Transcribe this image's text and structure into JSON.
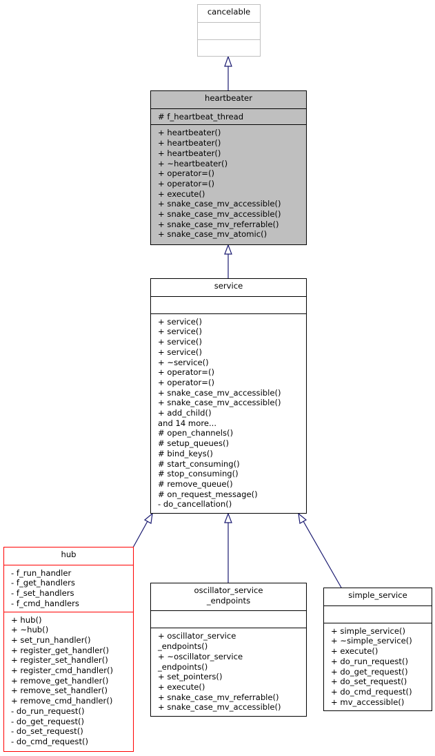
{
  "classes": {
    "cancelable": {
      "title": "cancelable",
      "attributes": [],
      "methods": []
    },
    "heartbeater": {
      "title": "heartbeater",
      "attributes": [
        "# f_heartbeat_thread"
      ],
      "methods": [
        "+ heartbeater()",
        "+ heartbeater()",
        "+ heartbeater()",
        "+ ~heartbeater()",
        "+ operator=()",
        "+ operator=()",
        "+ execute()",
        "+ snake_case_mv_accessible()",
        "+ snake_case_mv_accessible()",
        "+ snake_case_mv_referrable()",
        "+ snake_case_mv_atomic()"
      ]
    },
    "service": {
      "title": "service",
      "attributes": [],
      "methods": [
        "+ service()",
        "+ service()",
        "+ service()",
        "+ service()",
        "+ ~service()",
        "+ operator=()",
        "+ operator=()",
        "+ snake_case_mv_accessible()",
        "+ snake_case_mv_accessible()",
        "+ add_child()",
        "and 14 more...",
        "# open_channels()",
        "# setup_queues()",
        "# bind_keys()",
        "# start_consuming()",
        "# stop_consuming()",
        "# remove_queue()",
        "# on_request_message()",
        "- do_cancellation()"
      ]
    },
    "hub": {
      "title": "hub",
      "attributes": [
        "- f_run_handler",
        "- f_get_handlers",
        "- f_set_handlers",
        "- f_cmd_handlers"
      ],
      "methods": [
        "+ hub()",
        "+ ~hub()",
        "+ set_run_handler()",
        "+ register_get_handler()",
        "+ register_set_handler()",
        "+ register_cmd_handler()",
        "+ remove_get_handler()",
        "+ remove_set_handler()",
        "+ remove_cmd_handler()",
        "- do_run_request()",
        "- do_get_request()",
        "- do_set_request()",
        "- do_cmd_request()"
      ]
    },
    "osc": {
      "title": "oscillator_service\n_endpoints",
      "attributes": [],
      "methods": [
        "+ oscillator_service",
        "_endpoints()",
        "+ ~oscillator_service",
        "_endpoints()",
        "+ set_pointers()",
        "+ execute()",
        "+ snake_case_mv_referrable()",
        "+ snake_case_mv_accessible()"
      ]
    },
    "simple": {
      "title": "simple_service",
      "attributes": [],
      "methods": [
        "+ simple_service()",
        "+ ~simple_service()",
        "+ execute()",
        "+ do_run_request()",
        "+ do_get_request()",
        "+ do_set_request()",
        "+ do_cmd_request()",
        "+ mv_accessible()"
      ]
    }
  },
  "colors": {
    "edge": "#191970",
    "highlight": "#bfbfbf",
    "hub_border": "#ff0000"
  }
}
